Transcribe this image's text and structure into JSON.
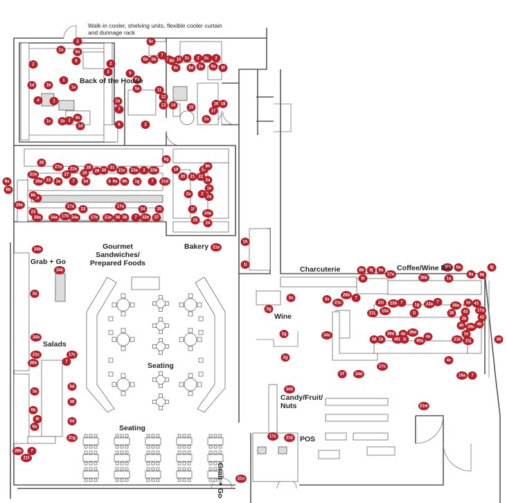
{
  "labels": {
    "note": "Walk-in cooler, shelving units, flexible cooler curtain and dunnage rack",
    "back_of_house": "Back of the House",
    "gourmet": "Gourmet Sandwiches/ Prepared Foods",
    "bakery": "Bakery",
    "grab_go": "Grab + Go",
    "charcuterie": "Charcuterie",
    "coffee_wine_bar": "Coffee/Wine Bar",
    "wine": "Wine",
    "salads": "Salads",
    "seating_1": "Seating",
    "seating_2": "Seating",
    "candy": "Candy/Fruit/ Nuts",
    "pos": "POS",
    "grab_go_2": "Grab + Go"
  },
  "tags": [
    {
      "t": "1a"
    },
    {
      "t": "2"
    },
    {
      "t": "1"
    },
    {
      "t": "1d"
    },
    {
      "t": "4"
    },
    {
      "t": "1b"
    },
    {
      "t": "1a"
    },
    {
      "t": "1"
    },
    {
      "t": "1c"
    },
    {
      "t": "1b"
    },
    {
      "t": "2"
    },
    {
      "t": "4a"
    },
    {
      "t": "1d"
    },
    {
      "t": "3"
    },
    {
      "t": "5a"
    },
    {
      "t": "6"
    },
    {
      "t": "2"
    },
    {
      "t": "2"
    },
    {
      "t": "9"
    },
    {
      "t": "8a"
    },
    {
      "t": "5a"
    },
    {
      "t": "2a"
    },
    {
      "t": "7"
    },
    {
      "t": "8"
    },
    {
      "t": "2"
    },
    {
      "t": "5c"
    },
    {
      "t": "5b"
    },
    {
      "t": "5b"
    },
    {
      "t": "2b"
    },
    {
      "t": "7"
    },
    {
      "t": "8b"
    },
    {
      "t": "10"
    },
    {
      "t": "2c"
    },
    {
      "t": "2"
    },
    {
      "t": "2a"
    },
    {
      "t": "2c"
    },
    {
      "t": "2"
    },
    {
      "t": "8c"
    },
    {
      "t": "8d"
    },
    {
      "t": "2e"
    },
    {
      "t": "6a"
    },
    {
      "t": "8f"
    },
    {
      "t": "11"
    },
    {
      "t": "12"
    },
    {
      "t": "13"
    },
    {
      "t": "14"
    },
    {
      "t": "15"
    },
    {
      "t": "16"
    },
    {
      "t": "18"
    },
    {
      "t": "17"
    },
    {
      "t": "2a"
    },
    {
      "t": "20"
    },
    {
      "t": "27a"
    },
    {
      "t": "22a"
    },
    {
      "t": "28"
    },
    {
      "t": "29"
    },
    {
      "t": "30"
    },
    {
      "t": "31"
    },
    {
      "t": "21c"
    },
    {
      "t": "23a"
    },
    {
      "t": "2"
    },
    {
      "t": "23b"
    },
    {
      "t": "21b"
    },
    {
      "t": "27"
    },
    {
      "t": "8g"
    },
    {
      "t": "9a"
    },
    {
      "t": "9b"
    },
    {
      "t": "26a"
    },
    {
      "t": "22"
    },
    {
      "t": "1e"
    },
    {
      "t": "7"
    },
    {
      "t": "5d"
    },
    {
      "t": "19"
    },
    {
      "t": "8h"
    },
    {
      "t": "9a"
    },
    {
      "t": "9b"
    },
    {
      "t": "1g"
    },
    {
      "t": "7"
    },
    {
      "t": "21d"
    },
    {
      "t": "8i"
    },
    {
      "t": "8h"
    },
    {
      "t": "26a"
    },
    {
      "t": "23"
    },
    {
      "t": "26a"
    },
    {
      "t": "17a"
    },
    {
      "t": "33"
    },
    {
      "t": "17a"
    },
    {
      "t": "34"
    },
    {
      "t": "35"
    },
    {
      "t": "34a"
    },
    {
      "t": "17b"
    },
    {
      "t": "34a"
    },
    {
      "t": "17b"
    },
    {
      "t": "21e"
    },
    {
      "t": "36"
    },
    {
      "t": "38"
    },
    {
      "t": "7"
    },
    {
      "t": "32b"
    },
    {
      "t": "37"
    },
    {
      "t": "19"
    },
    {
      "t": "20"
    },
    {
      "t": "21"
    },
    {
      "t": "22"
    },
    {
      "t": "23"
    },
    {
      "t": "8h"
    },
    {
      "t": "2a"
    },
    {
      "t": "1e"
    },
    {
      "t": "2a"
    },
    {
      "t": "2"
    },
    {
      "t": "2a"
    },
    {
      "t": "24a"
    },
    {
      "t": "1f"
    },
    {
      "t": "25"
    },
    {
      "t": "24"
    },
    {
      "t": "21a"
    },
    {
      "t": "34b"
    },
    {
      "t": "34b"
    },
    {
      "t": "3a"
    },
    {
      "t": "34b"
    },
    {
      "t": "21c"
    },
    {
      "t": "26b"
    },
    {
      "t": "17c"
    },
    {
      "t": "7"
    },
    {
      "t": "5d"
    },
    {
      "t": "3a"
    },
    {
      "t": "38"
    },
    {
      "t": "9b"
    },
    {
      "t": "8i"
    },
    {
      "t": "9a"
    },
    {
      "t": "5d"
    },
    {
      "t": "21g"
    },
    {
      "t": "26b"
    },
    {
      "t": "21f"
    },
    {
      "t": "7"
    },
    {
      "t": "1h"
    },
    {
      "t": "1i"
    },
    {
      "t": "3a"
    },
    {
      "t": "2g"
    },
    {
      "t": "2g"
    },
    {
      "t": "2g"
    },
    {
      "t": "34c"
    },
    {
      "t": "37"
    },
    {
      "t": "34d"
    },
    {
      "t": "8b"
    },
    {
      "t": "8j"
    },
    {
      "t": "9a"
    },
    {
      "t": "8i"
    },
    {
      "t": "17a"
    },
    {
      "t": "3a"
    },
    {
      "t": "21c"
    },
    {
      "t": "26b"
    },
    {
      "t": "7"
    },
    {
      "t": "26b"
    },
    {
      "t": "1a"
    },
    {
      "t": "39b"
    },
    {
      "t": "9a"
    },
    {
      "t": "8j"
    },
    {
      "t": "8a"
    },
    {
      "t": "9b"
    },
    {
      "t": "21i"
    },
    {
      "t": "23b"
    },
    {
      "t": "7"
    },
    {
      "t": "1g"
    },
    {
      "t": "23a"
    },
    {
      "t": "7"
    },
    {
      "t": "39a"
    },
    {
      "t": "1e"
    },
    {
      "t": "21L"
    },
    {
      "t": "10a"
    },
    {
      "t": "1i"
    },
    {
      "t": "38"
    },
    {
      "t": "3b"
    },
    {
      "t": "40"
    },
    {
      "t": "41"
    },
    {
      "t": "17a"
    },
    {
      "t": "43"
    },
    {
      "t": "42"
    },
    {
      "t": "4b"
    },
    {
      "t": "39d"
    },
    {
      "t": "4a"
    },
    {
      "t": "39d"
    },
    {
      "t": "39c"
    },
    {
      "t": "1e"
    },
    {
      "t": "1k"
    },
    {
      "t": "45b"
    },
    {
      "t": "1l"
    },
    {
      "t": "45a"
    },
    {
      "t": "4a"
    },
    {
      "t": "21k"
    },
    {
      "t": "21j"
    },
    {
      "t": "40"
    },
    {
      "t": "38"
    },
    {
      "t": "17c"
    },
    {
      "t": "4c"
    },
    {
      "t": "16a"
    },
    {
      "t": "7"
    },
    {
      "t": "34b"
    },
    {
      "t": "21m"
    },
    {
      "t": "17c"
    },
    {
      "t": "21b"
    },
    {
      "t": "21n"
    }
  ]
}
